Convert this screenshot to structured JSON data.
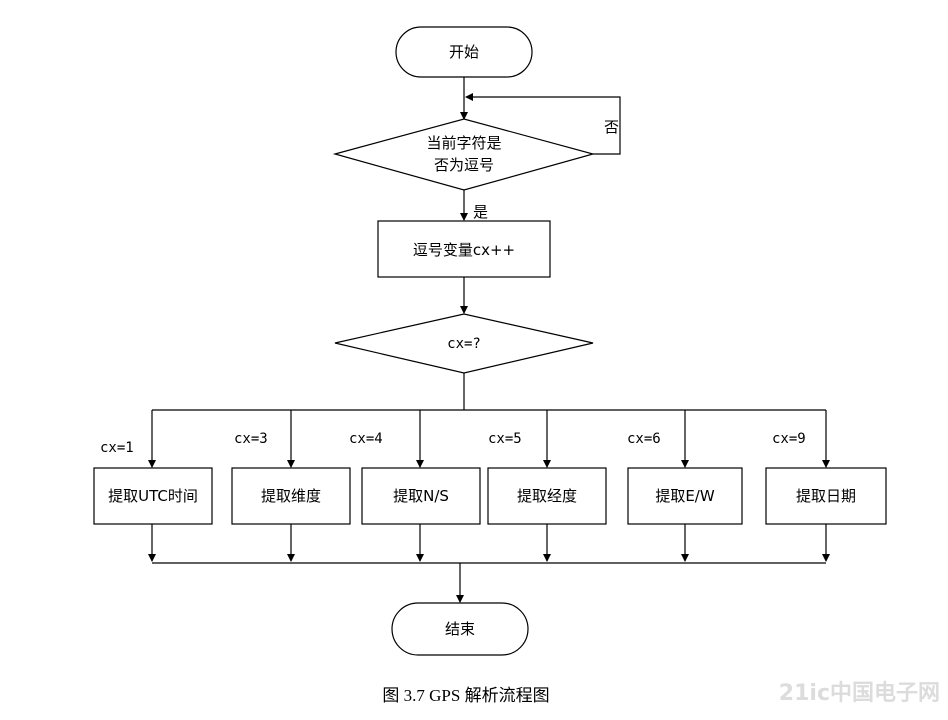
{
  "nodes": {
    "start": "开始",
    "decision_comma": [
      "当前字符是",
      "否为逗号"
    ],
    "label_no": "否",
    "label_yes": "是",
    "process_inc": "逗号变量cx++",
    "decision_cx": "cx=?",
    "end": "结束"
  },
  "branches": [
    {
      "cond": "cx=1",
      "action": "提取UTC时间"
    },
    {
      "cond": "cx=3",
      "action": "提取维度"
    },
    {
      "cond": "cx=4",
      "action": "提取N/S"
    },
    {
      "cond": "cx=5",
      "action": "提取经度"
    },
    {
      "cond": "cx=6",
      "action": "提取E/W"
    },
    {
      "cond": "cx=9",
      "action": "提取日期"
    }
  ],
  "caption": "图 3.7 GPS 解析流程图",
  "watermark": "21ic中国电子网"
}
